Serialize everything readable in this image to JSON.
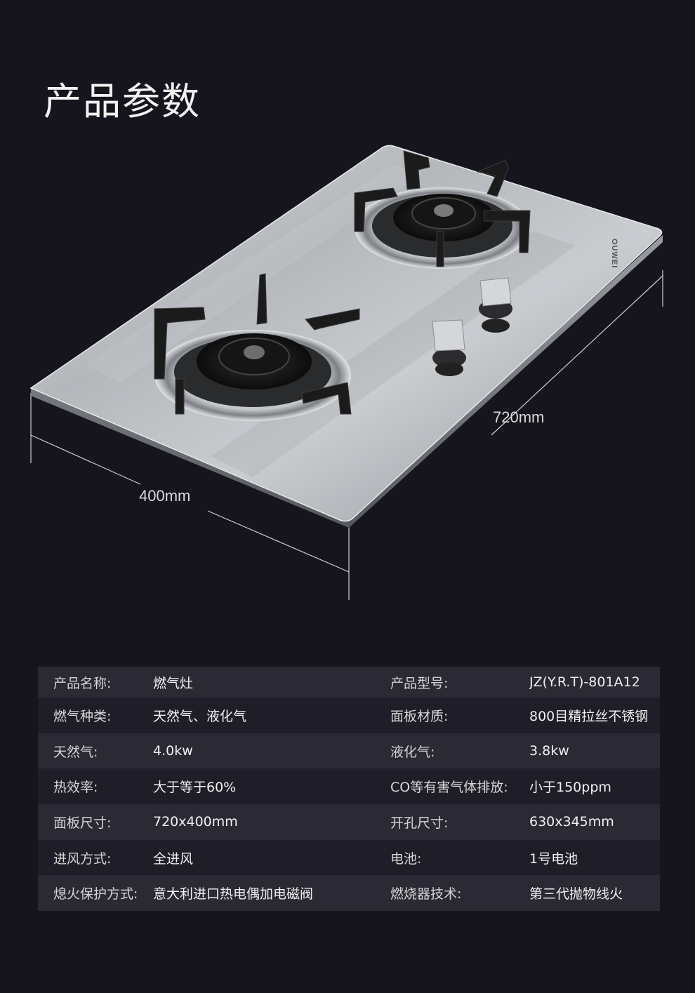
{
  "title": "产品参数",
  "brand_mark": "OUWEI",
  "dimensions": {
    "length": "720mm",
    "width": "400mm"
  },
  "specs": [
    {
      "label1": "产品名称:",
      "value1": "燃气灶",
      "label2": "产品型号:",
      "value2": "JZ(Y.R.T)-801A12"
    },
    {
      "label1": "燃气种类:",
      "value1": "天然气、液化气",
      "label2": "面板材质:",
      "value2": "800目精拉丝不锈钢"
    },
    {
      "label1": "天然气:",
      "value1": "4.0kw",
      "label2": "液化气:",
      "value2": "3.8kw"
    },
    {
      "label1": "热效率:",
      "value1": "大于等于60%",
      "label2": "CO等有害气体排放:",
      "value2": "小于150ppm"
    },
    {
      "label1": "面板尺寸:",
      "value1": "720x400mm",
      "label2": "开孔尺寸:",
      "value2": "630x345mm"
    },
    {
      "label1": "进风方式:",
      "value1": "全进风",
      "label2": "电池:",
      "value2": "1号电池"
    },
    {
      "label1": "熄火保护方式:",
      "value1": "意大利进口热电偶加电磁阀",
      "label2": "燃烧器技术:",
      "value2": "第三代抛物线火"
    }
  ]
}
